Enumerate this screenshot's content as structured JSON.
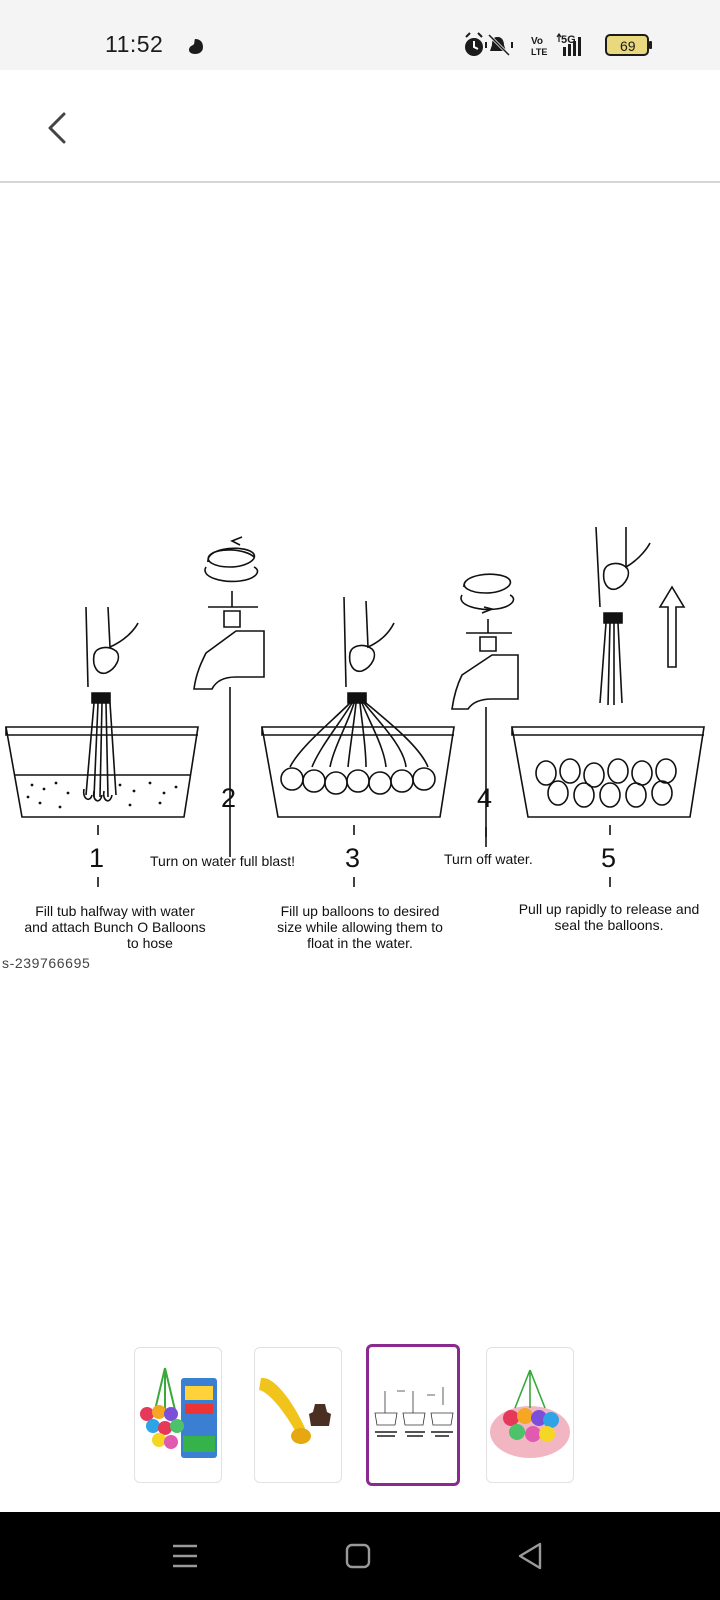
{
  "status_bar": {
    "time": "11:52",
    "network": "5G",
    "volte": "Vo LTE",
    "battery": "69",
    "icons": [
      "notification-dot-icon",
      "alarm-icon",
      "mute-icon",
      "volte-icon",
      "signal-icon",
      "battery-icon"
    ]
  },
  "header": {
    "back_icon": "chevron-left-icon"
  },
  "figure": {
    "steps": [
      "1",
      "2",
      "3",
      "4",
      "5"
    ],
    "captions": {
      "step1": [
        "Fill tub halfway with water",
        "and attach Bunch O Balloons",
        "to hose"
      ],
      "step2": "Turn on water full blast!",
      "step3": [
        "Fill up balloons to desired",
        "size while allowing them to",
        "float in the water."
      ],
      "step4": "Turn off water.",
      "step5": [
        "Pull up rapidly to release and",
        "seal the balloons."
      ]
    },
    "watermark": "s-239766695"
  },
  "thumbnails": {
    "selected_index": 2,
    "items": [
      {
        "name": "balloon-bunch-package"
      },
      {
        "name": "hose-adapter"
      },
      {
        "name": "instructions-diagram"
      },
      {
        "name": "balloons-in-bowl"
      }
    ]
  },
  "nav_bar": {
    "icons": [
      "menu-icon",
      "home-icon",
      "back-icon"
    ]
  },
  "colors": {
    "accent": "#8a2a8e",
    "status_bg": "#f4f4f4",
    "nav_bg": "#000000"
  }
}
